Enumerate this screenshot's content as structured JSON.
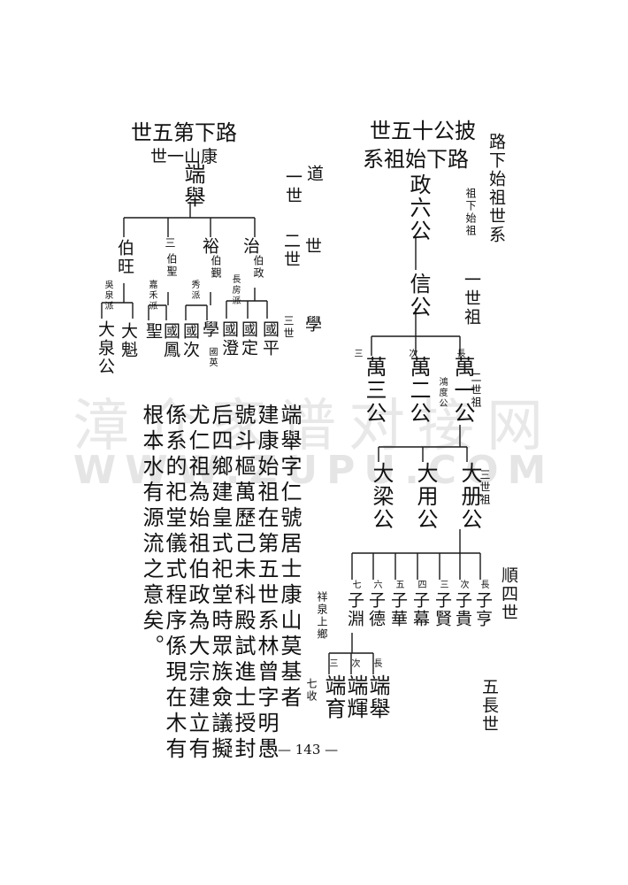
{
  "watermark": {
    "cn": "漳介家谱对接网",
    "url": "WWW.ZUPU.COM"
  },
  "left_chart": {
    "heading1": "世五第下路",
    "heading2": "世一山康",
    "root": "端舉",
    "sons": [
      {
        "name": "伯旺",
        "mark": "",
        "branch": "吳泉派"
      },
      {
        "name": "伯聖",
        "mark": "三",
        "branch": "嘉禾派"
      },
      {
        "name": "伯覲",
        "mark": "裕",
        "branch": "秀派"
      },
      {
        "name": "伯政",
        "mark": "治",
        "branch": "長房派"
      }
    ],
    "grandsons": [
      "大泉公",
      "大魁",
      "聖",
      "國鳳",
      "國次",
      "學",
      "國澄",
      "國定",
      "國平"
    ],
    "grandson_note": "國英",
    "gen_labels": {
      "g1": "一世",
      "road": "道",
      "g2a": "二世",
      "g2b": "世",
      "g3a": "三世",
      "g3b": "學"
    }
  },
  "right_chart": {
    "heading1": "世五十公披",
    "heading2": "系祖始下路",
    "side_title": "路下始祖世系",
    "side_sub": "祖下始祖",
    "gen1_label": "一世祖",
    "gen2_label": "二世祖",
    "gen3_label": "三世祖",
    "gen4_label": "順四世",
    "gen5_label": "五長世",
    "gen1": "政六公",
    "gen1b": "信公",
    "gen2": [
      {
        "name": "萬三公",
        "mark": "三"
      },
      {
        "name": "萬二公",
        "mark": "次",
        "note": "鴻度公"
      },
      {
        "name": "萬一公",
        "mark": "長"
      }
    ],
    "gen3": [
      "大梁公",
      "大用公",
      "大册公"
    ],
    "gen4": [
      {
        "name": "子淵",
        "mark": "七"
      },
      {
        "name": "子德",
        "mark": "六"
      },
      {
        "name": "子華",
        "mark": "五"
      },
      {
        "name": "子幕",
        "mark": "四"
      },
      {
        "name": "子賢",
        "mark": "三"
      },
      {
        "name": "子貴",
        "mark": "次"
      },
      {
        "name": "子亨",
        "mark": "長"
      }
    ],
    "gen4_note": "祥泉上鄉",
    "gen5": [
      {
        "name": "端育",
        "mark": "三"
      },
      {
        "name": "端輝",
        "mark": "次"
      },
      {
        "name": "端舉",
        "mark": "長"
      }
    ],
    "gen5_note": "七收"
  },
  "text_columns": [
    "端舉字仁號居士康山莫基者",
    "建康始祖在第五世系林曾字明愚",
    "號斗樞萬歷己未科殿試進士授封",
    "后四鄉建皇式祀堂時眾族僉議擬",
    "尤仁祖為始祖伯政為大宗建立有",
    "係系的祀堂儀式程序係現在木有",
    "根本水有源流之意矣。"
  ],
  "page_number": "— 143 —"
}
